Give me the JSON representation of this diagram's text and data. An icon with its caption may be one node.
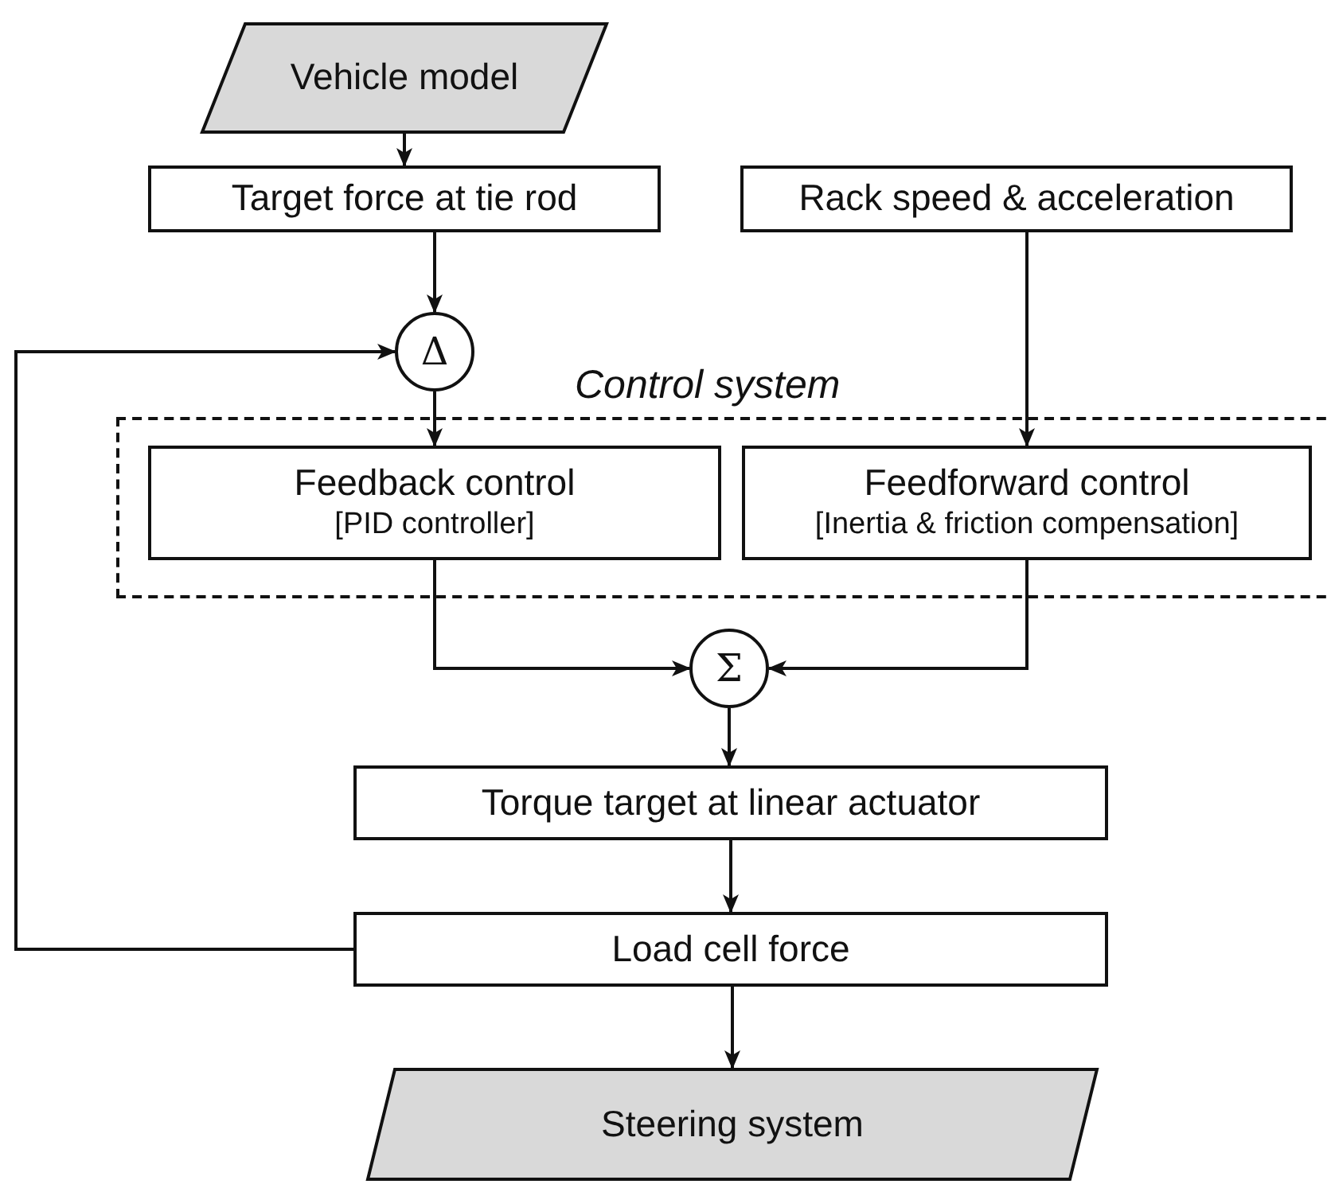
{
  "diagram": {
    "nodes": [
      {
        "text": [
          "Vehicle model"
        ]
      },
      {
        "text": [
          "Target force at tie rod"
        ]
      },
      {
        "text": [
          "Rack speed & acceleration"
        ]
      },
      {
        "text": [
          "Δ"
        ]
      },
      {
        "text": [
          "Control system"
        ]
      },
      {
        "text": [
          "Feedback control",
          "[PID controller]"
        ],
        "in": 4
      },
      {
        "text": [
          "Feedforward control",
          "[Inertia & friction compensation]"
        ],
        "in": 4
      },
      {
        "text": [
          "Σ"
        ]
      },
      {
        "text": [
          "Torque target at linear actuator"
        ]
      },
      {
        "text": [
          "Load cell force"
        ]
      },
      {
        "text": [
          "Steering system"
        ]
      }
    ],
    "edges": [
      {
        "from": 0,
        "to": 1,
        "arrow": "to"
      },
      {
        "from": 1,
        "to": 3,
        "arrow": "to"
      },
      {
        "from": 9,
        "to": 3,
        "arrow": "to"
      },
      {
        "from": 3,
        "to": 5,
        "arrow": "to"
      },
      {
        "from": 2,
        "to": 6,
        "arrow": "to"
      },
      {
        "from": 5,
        "to": 7,
        "arrow": "to"
      },
      {
        "from": 6,
        "to": 7,
        "arrow": "to"
      },
      {
        "from": 7,
        "to": 8,
        "arrow": "to"
      },
      {
        "from": 8,
        "to": 9,
        "arrow": "to"
      },
      {
        "from": 9,
        "to": 10,
        "arrow": "to"
      }
    ]
  }
}
